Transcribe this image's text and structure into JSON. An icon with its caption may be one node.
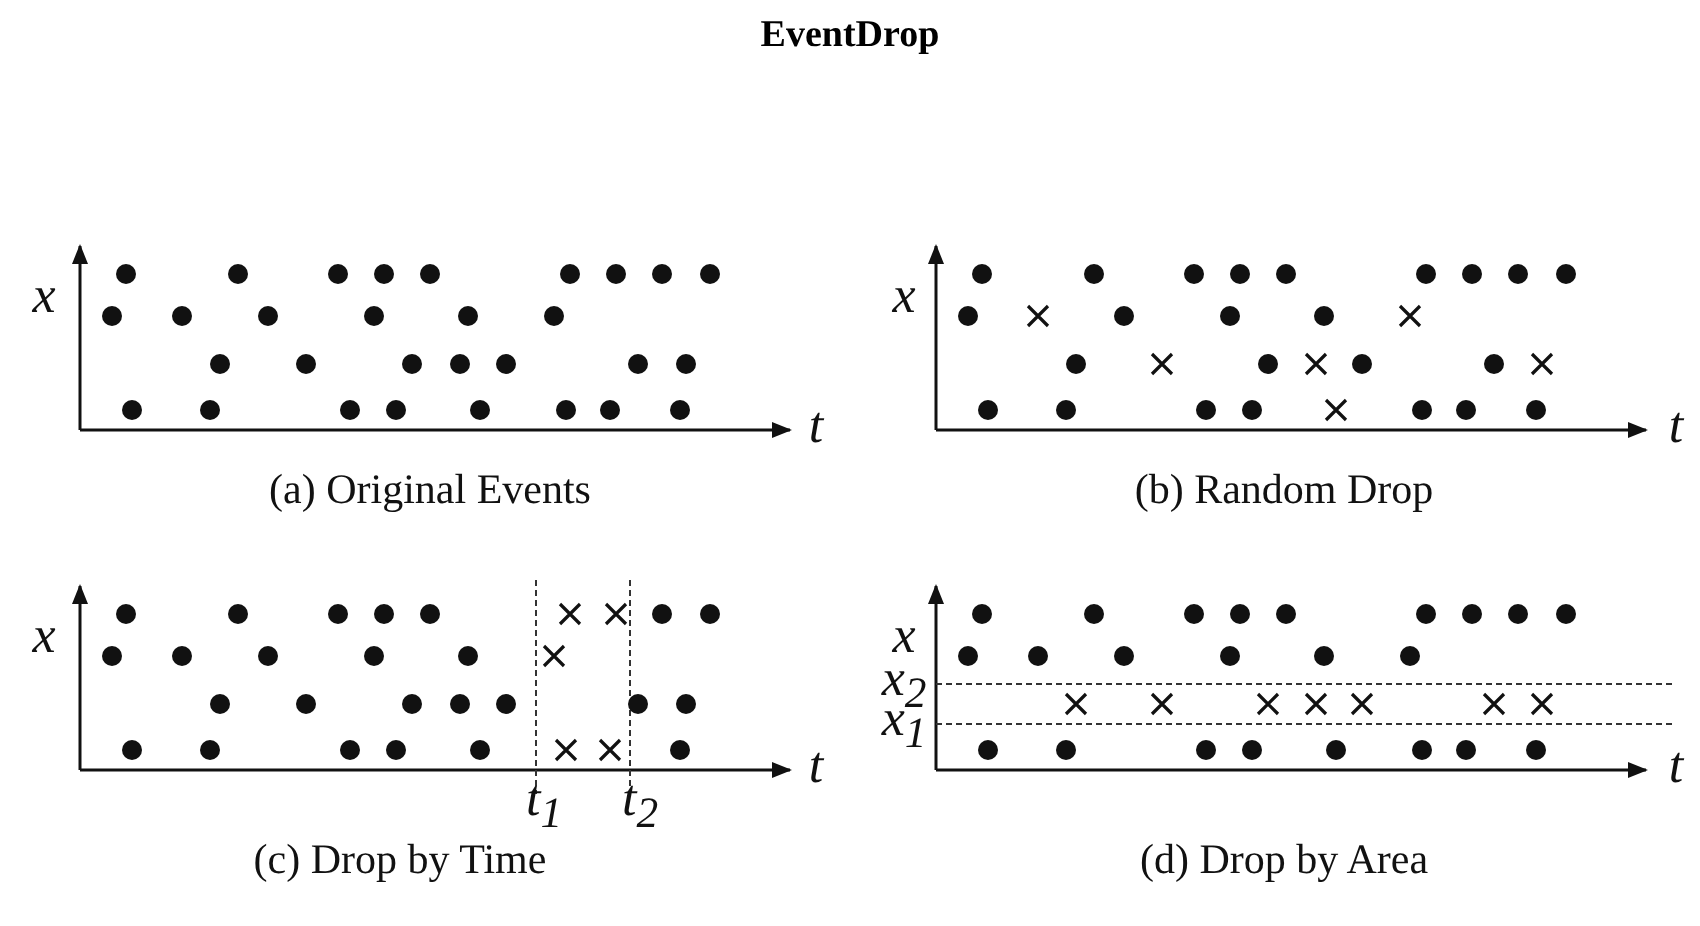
{
  "diagram": {
    "title": "EventDrop",
    "labels": [
      "x",
      "t",
      "(a) Original Events",
      "x",
      "t",
      "(b) Random Drop",
      "x",
      "t$_{1}$",
      "t$_{2}$",
      "t",
      "(c) Drop by Time",
      "x",
      "x$_{2}$",
      "x$_{1}$",
      "t",
      "(d) Drop by Area"
    ]
  }
}
